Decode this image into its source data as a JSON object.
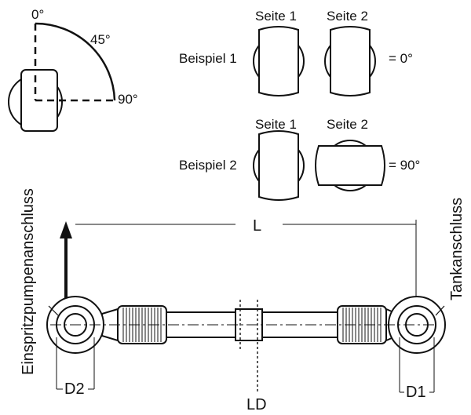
{
  "angle_guide": {
    "zero": "0°",
    "fortyfive": "45°",
    "ninety": "90°"
  },
  "examples": {
    "side1": "Seite 1",
    "side2": "Seite 2",
    "example1": "Beispiel 1",
    "example2": "Beispiel 2",
    "result1": "= 0°",
    "result2": "= 90°"
  },
  "labels": {
    "left_port": "Einspritzpumpenanschluss",
    "right_port": "Tankanschluss",
    "length": "L",
    "d1": "D1",
    "d2": "D2",
    "ld": "LD"
  },
  "colors": {
    "ink": "#111111",
    "background": "#ffffff"
  }
}
